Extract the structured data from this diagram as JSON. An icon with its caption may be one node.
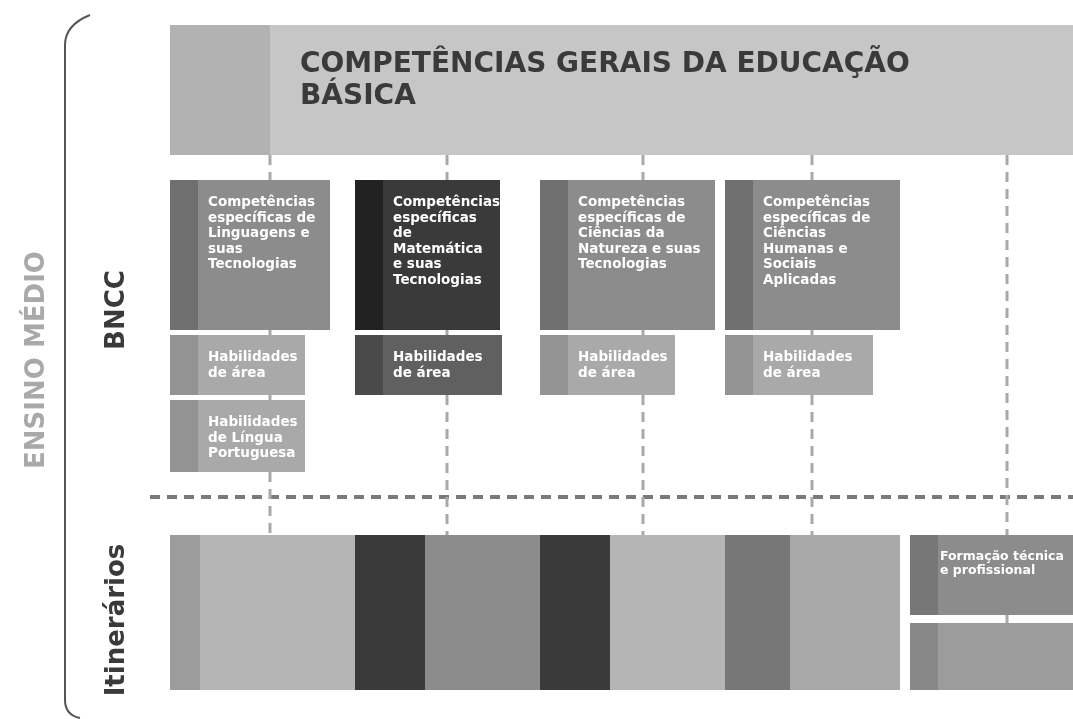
{
  "diagram": {
    "nodes": [
      {
        "text": [
          "COMPETÊNCIAS GERAIS DA EDUCAÇÃO BÁSICA"
        ]
      },
      {
        "text": [
          "Competências específicas de Linguagens e suas Tecnologias"
        ]
      },
      {
        "text": [
          "Competências específicas de Matemática e suas Tecnologias"
        ]
      },
      {
        "text": [
          "Competências específicas de Ciências da Natureza e suas Tecnologias"
        ]
      },
      {
        "text": [
          "Competências específicas de Ciências Humanas e Sociais Aplicadas"
        ]
      },
      {
        "text": [
          "Habilidades de área"
        ]
      },
      {
        "text": [
          "Habilidades de área"
        ]
      },
      {
        "text": [
          "Habilidades de área"
        ]
      },
      {
        "text": [
          "Habilidades de área"
        ]
      },
      {
        "text": [
          "Habilidades de Língua Portuguesa"
        ]
      },
      {
        "text": [],
        "shape": "bar"
      },
      {
        "text": [],
        "shape": "bar"
      },
      {
        "text": [],
        "shape": "bar"
      },
      {
        "text": [],
        "shape": "bar"
      },
      {
        "text": [
          "Formação técnica e profissional"
        ]
      },
      {
        "text": [],
        "shape": "bar"
      }
    ],
    "edges": [
      {
        "from": 0,
        "to": 1,
        "arrow": "none",
        "style": "dashed"
      },
      {
        "from": 1,
        "to": 5,
        "arrow": "none",
        "style": "dashed"
      },
      {
        "from": 5,
        "to": 9,
        "arrow": "none",
        "style": "dashed"
      },
      {
        "from": 9,
        "to": 10,
        "arrow": "none",
        "style": "dashed"
      },
      {
        "from": 0,
        "to": 2,
        "arrow": "none",
        "style": "dashed"
      },
      {
        "from": 2,
        "to": 6,
        "arrow": "none",
        "style": "dashed"
      },
      {
        "from": 6,
        "to": 11,
        "arrow": "none",
        "style": "dashed"
      },
      {
        "from": 0,
        "to": 3,
        "arrow": "none",
        "style": "dashed"
      },
      {
        "from": 3,
        "to": 7,
        "arrow": "none",
        "style": "dashed"
      },
      {
        "from": 7,
        "to": 12,
        "arrow": "none",
        "style": "dashed"
      },
      {
        "from": 0,
        "to": 4,
        "arrow": "none",
        "style": "dashed"
      },
      {
        "from": 4,
        "to": 8,
        "arrow": "none",
        "style": "dashed"
      },
      {
        "from": 8,
        "to": 13,
        "arrow": "none",
        "style": "dashed"
      },
      {
        "from": 0,
        "to": 14,
        "arrow": "none",
        "style": "dashed"
      },
      {
        "from": 14,
        "to": 15,
        "arrow": "none",
        "style": "dashed"
      }
    ],
    "labels": [
      "ENSINO MÉDIO",
      "BNCC",
      "Itinerários"
    ]
  }
}
